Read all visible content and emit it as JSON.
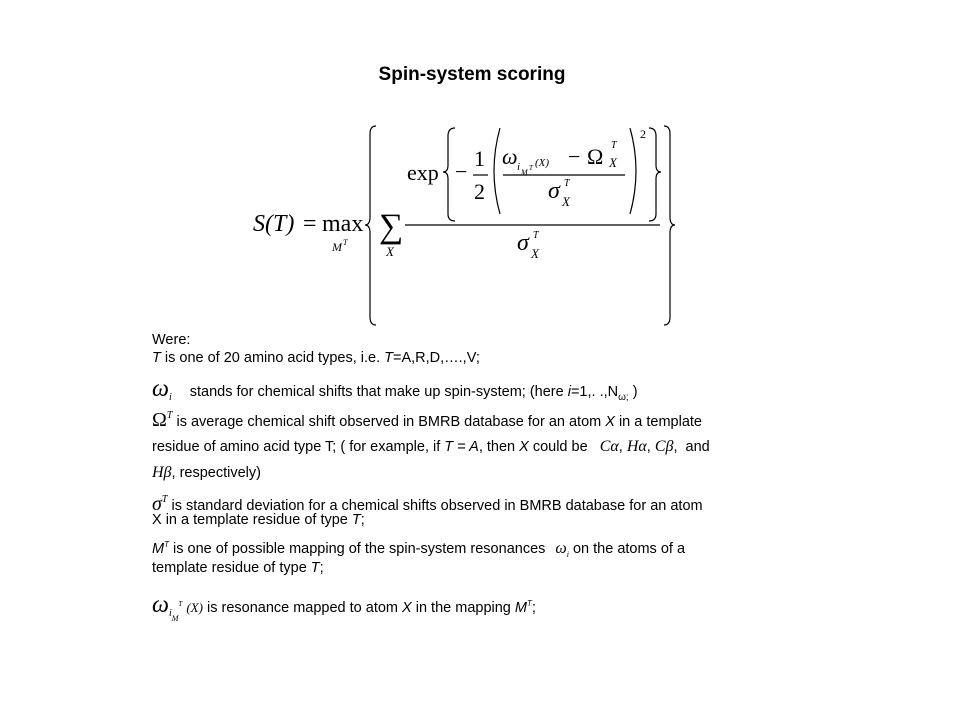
{
  "title": "Spin-system scoring",
  "formula": {
    "lhs": "S(T)",
    "equals": "=",
    "max": "max",
    "max_sub": "M",
    "max_sub_sup": "T",
    "sum": "∑",
    "sum_sub": "X",
    "exp": "exp",
    "minus": "−",
    "half_num": "1",
    "half_den": "2",
    "omega": "ω",
    "omega_sub": "i",
    "omega_subsub": "M",
    "omega_subsubsup": "T",
    "omega_arg": "(X)",
    "Omega": "Ω",
    "sup_T": "T",
    "sub_X": "X",
    "sigma": "σ",
    "square": "2"
  },
  "body": {
    "were": "Were:",
    "line1_T": "T",
    "line1_a": " is one of 20 amino acid types, i.e. ",
    "line1_T2": "T",
    "line1_b": "=A,R,D,….,V;",
    "omega_i_sym": "ω",
    "omega_i_sub": "i",
    "line2_a": "stands for chemical shifts that make up spin-system; (here ",
    "line2_i": "i",
    "line2_b": "=1,. .,N",
    "line2_sub": "ω;",
    "line2_c": " )",
    "Omega_sym": "Ω",
    "line3": "is average chemical shift observed in BMRB database for an atom ",
    "line3_X": "X",
    "line3_b": " in a template",
    "line4_a": "residue of amino acid type T; ( for example,  if ",
    "line4_T": "T = A",
    "line4_b": ",  then ",
    "line4_X": "X",
    "line4_c": " could be ",
    "atoms": "C",
    "atom_list": [
      "Cα",
      "Hα",
      "Cβ",
      "Hβ"
    ],
    "line4_and": "and",
    "line5_b": ", respectively)",
    "sigma_sym": "σ",
    "line6": "is standard deviation for a chemical shifts observed in BMRB database for an atom",
    "line7_a": "X in a template  residue of type ",
    "line7_T": "T",
    "line7_b": ";",
    "line8_M": "M",
    "line8_sup": "T",
    "line8_a": " is one of possible mapping of the spin-system resonances ",
    "line8_b": " on the atoms of a",
    "line9_a": "template residue of type ",
    "line9_T": "T",
    "line9_b": ";",
    "line10_a": "is resonance mapped to atom ",
    "line10_X": "X",
    "line10_b": " in the mapping ",
    "line10_M": "M",
    "line10_sup": "T",
    "line10_c": ";"
  }
}
